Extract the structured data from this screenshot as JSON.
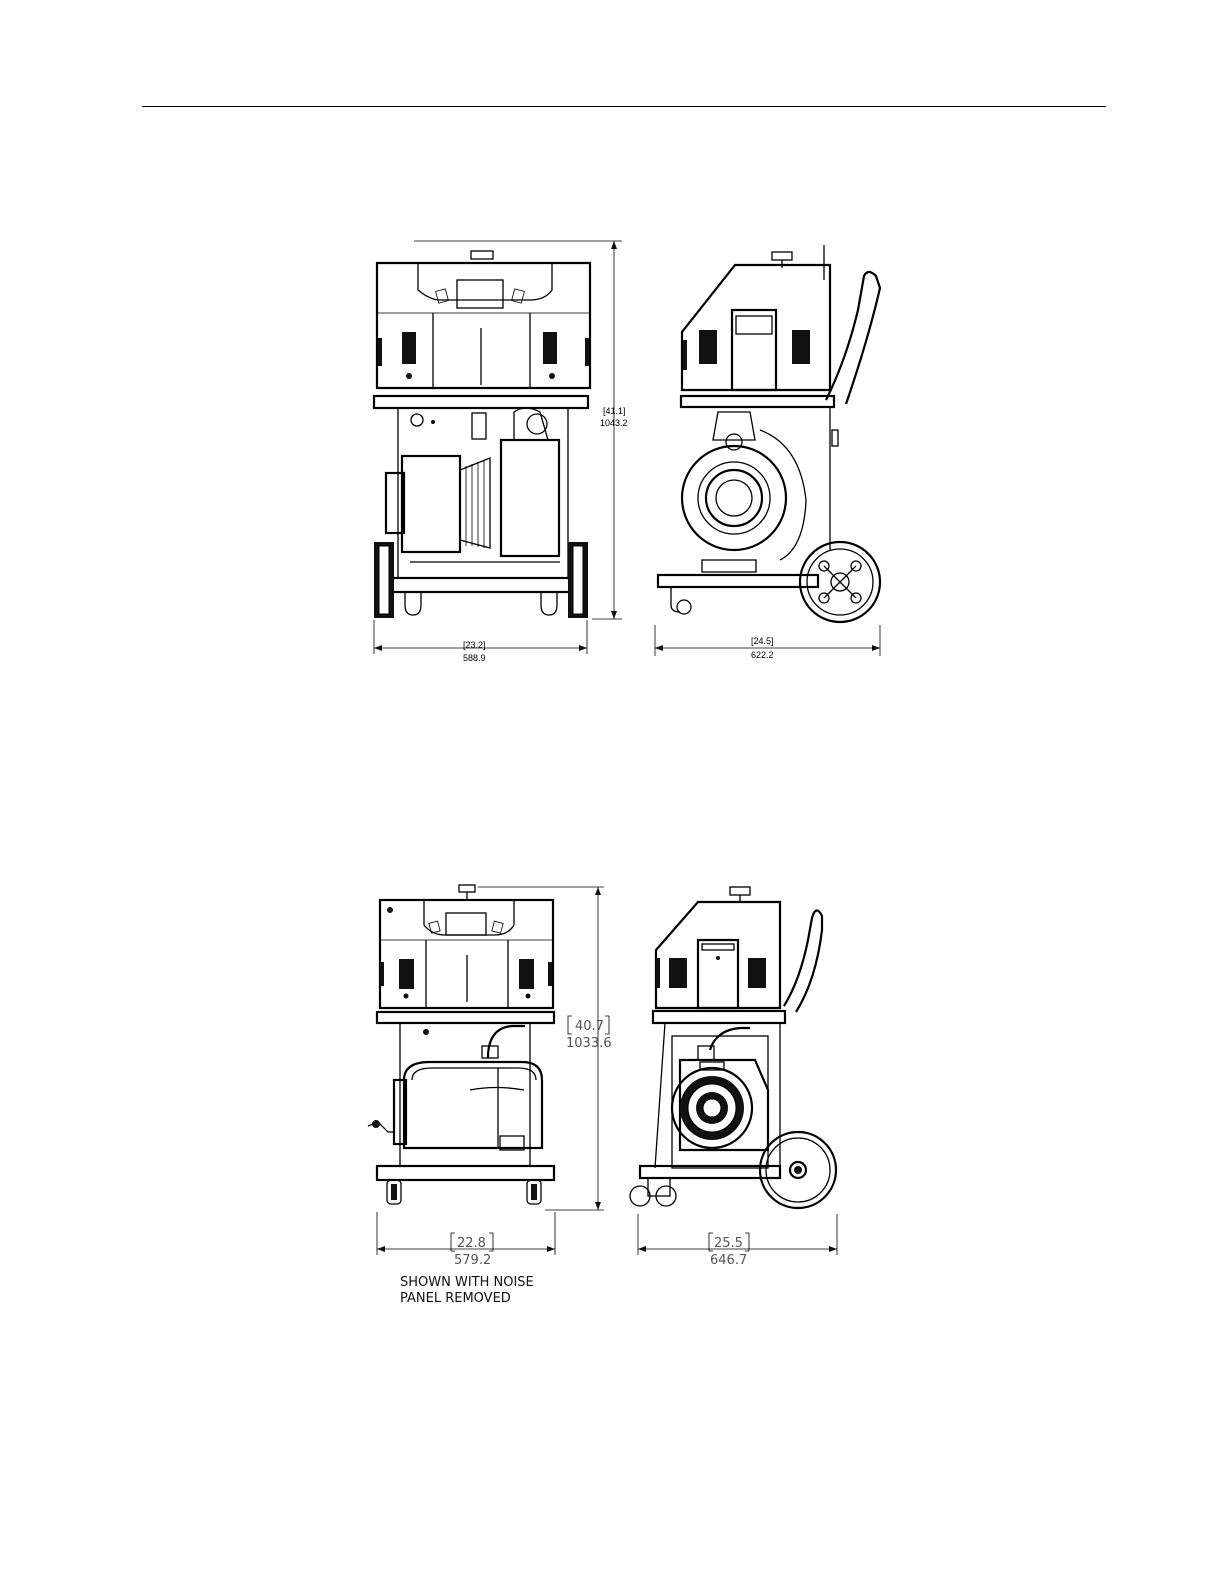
{
  "figure_1": {
    "front_view": {
      "height_in": "[41.1]",
      "height_mm": "1043.2",
      "width_in": "[23.2]",
      "width_mm": "588.9"
    },
    "side_view": {
      "depth_in": "[24.5]",
      "depth_mm": "622.2"
    }
  },
  "figure_2": {
    "front_view": {
      "height_in": "40.7",
      "height_mm": "1033.6",
      "width_in": "22.8",
      "width_mm": "579.2"
    },
    "side_view": {
      "depth_in": "25.5",
      "depth_mm": "646.7"
    },
    "note_line1": "SHOWN WITH NOISE",
    "note_line2": "PANEL REMOVED"
  }
}
